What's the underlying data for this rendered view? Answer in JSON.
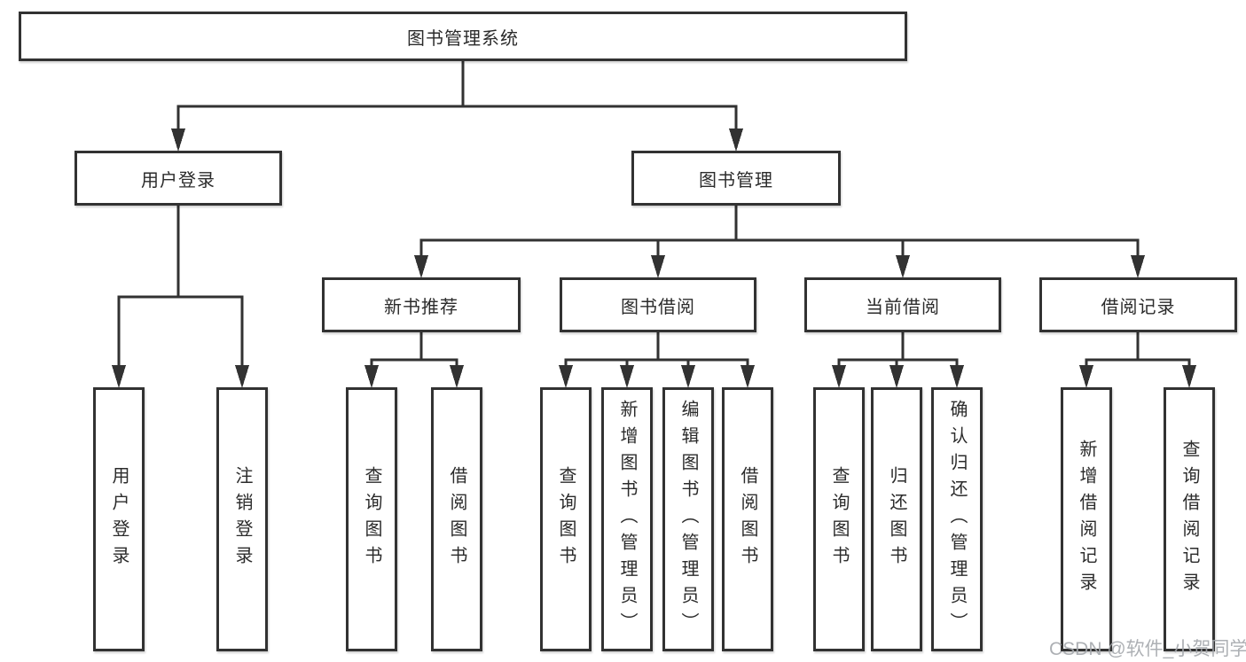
{
  "tree": {
    "label": "图书管理系统",
    "children": [
      {
        "label": "用户登录",
        "children": [
          {
            "label": "用户登录"
          },
          {
            "label": "注销登录"
          }
        ]
      },
      {
        "label": "图书管理",
        "children": [
          {
            "label": "新书推荐",
            "children": [
              {
                "label": "查询图书"
              },
              {
                "label": "借阅图书"
              }
            ]
          },
          {
            "label": "图书借阅",
            "children": [
              {
                "label": "查询图书"
              },
              {
                "label": "新增图书（管理员）"
              },
              {
                "label": "编辑图书（管理员）"
              },
              {
                "label": "借阅图书"
              }
            ]
          },
          {
            "label": "当前借阅",
            "children": [
              {
                "label": "查询图书"
              },
              {
                "label": "归还图书"
              },
              {
                "label": "确认归还（管理员）"
              }
            ]
          },
          {
            "label": "借阅记录",
            "children": [
              {
                "label": "新增借阅记录"
              },
              {
                "label": "查询借阅记录"
              }
            ]
          }
        ]
      }
    ]
  },
  "watermark": "CSDN @软件_小贺同学",
  "colors": {
    "line": "#323232",
    "text": "#2b2b2b",
    "watermark": "#a4a7ac",
    "background": "#ffffff"
  }
}
